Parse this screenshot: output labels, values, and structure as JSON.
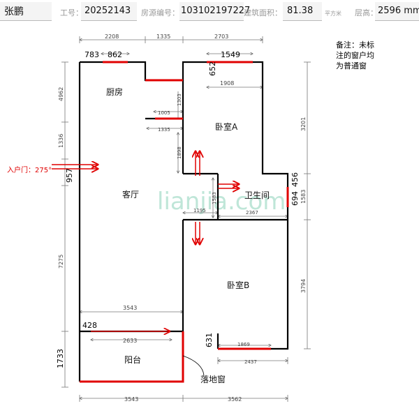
{
  "header": {
    "name": "张鹏",
    "employee_label": "工号：",
    "employee_id": "20252143",
    "house_label": "房源编号：",
    "house_id": "103102197227",
    "area_label": "建筑面积：",
    "area_value": "81.38",
    "area_unit": "平方米",
    "height_label": "层高：",
    "height_value": "2596 mm"
  },
  "note": [
    "备注：未标",
    "注的窗户均",
    "为普通窗"
  ],
  "rooms": {
    "kitchen": "厨房",
    "bedroom_a": "卧室A",
    "living": "客厅",
    "bathroom": "卫生间",
    "bedroom_b": "卧室B",
    "balcony": "阳台"
  },
  "entrance": "入户门：275°",
  "floor_window": "落地窗",
  "watermark": "lianjia.com",
  "dims": {
    "top_2208": "2208",
    "top_1335": "1335",
    "top_2703": "2703",
    "w_783": "783",
    "w_862": "862",
    "w_1549": "1549",
    "w_652": "652",
    "w_1908": "1908",
    "l_4962": "4962",
    "l_1336": "1336",
    "l_957": "957",
    "l_7275": "7275",
    "l_1733": "1733",
    "r_3201": "3201",
    "r_1583": "1583",
    "r_3794": "3794",
    "in_1303": "1303",
    "in_1005": "1005",
    "in_1335": "1335",
    "in_1898": "1898",
    "in_1583": "1583",
    "in_1195": "1195",
    "in_2367": "2367",
    "d_694": "694",
    "d_456": "456",
    "in_3543": "3543",
    "in_428": "428",
    "in_2633": "2633",
    "in_631": "631",
    "in_1869": "1869",
    "in_2437": "2437",
    "bot_3543": "3543",
    "bot_3562": "3562"
  }
}
